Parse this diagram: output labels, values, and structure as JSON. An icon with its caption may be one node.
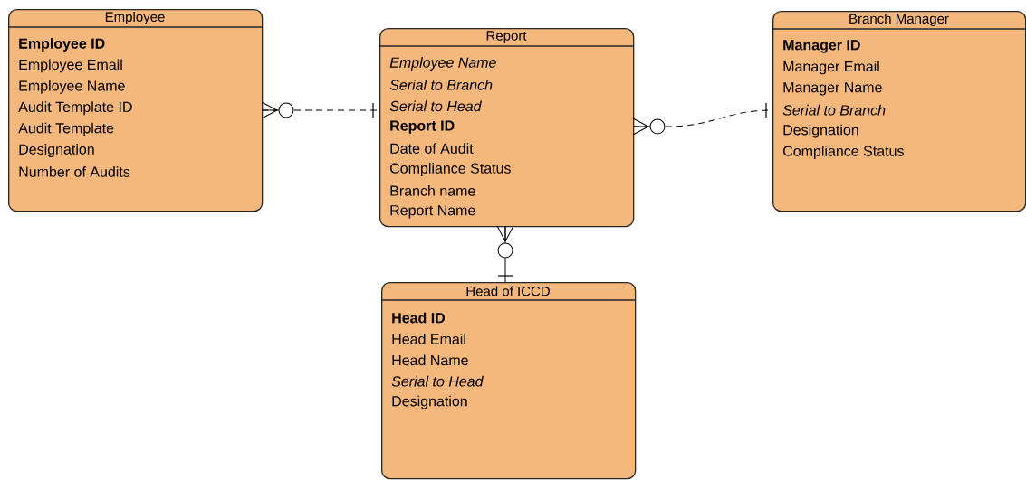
{
  "diagram": {
    "nodes": [
      {
        "text": [
          "Employee",
          "**Employee ID**",
          "Employee Email",
          "Employee Name",
          "Audit Template ID",
          "Audit Template",
          "Designation",
          "Number of Audits"
        ]
      },
      {
        "text": [
          "Report",
          "*Employee Name*",
          "*Serial to Branch*",
          "*Serial to Head*",
          "**Report ID**",
          "Date of Audit",
          "Compliance  Status",
          "Branch name",
          "Report Name"
        ]
      },
      {
        "text": [
          "Branch Manager",
          "**Manager ID**",
          "Manager Email",
          "Manager Name",
          "*Serial to Branch*",
          "Designation",
          "Compliance  Status"
        ]
      },
      {
        "text": [
          "Head of ICCD",
          "**Head ID**",
          "Head Email",
          "Head Name",
          "*Serial to Head*",
          "Designation"
        ]
      }
    ],
    "edges": [
      {
        "from": 0,
        "to": 1,
        "arrow": "other",
        "style": "dashed"
      },
      {
        "from": 1,
        "to": 2,
        "arrow": "other",
        "style": "dashed"
      },
      {
        "from": 1,
        "to": 3,
        "arrow": "other"
      }
    ]
  }
}
